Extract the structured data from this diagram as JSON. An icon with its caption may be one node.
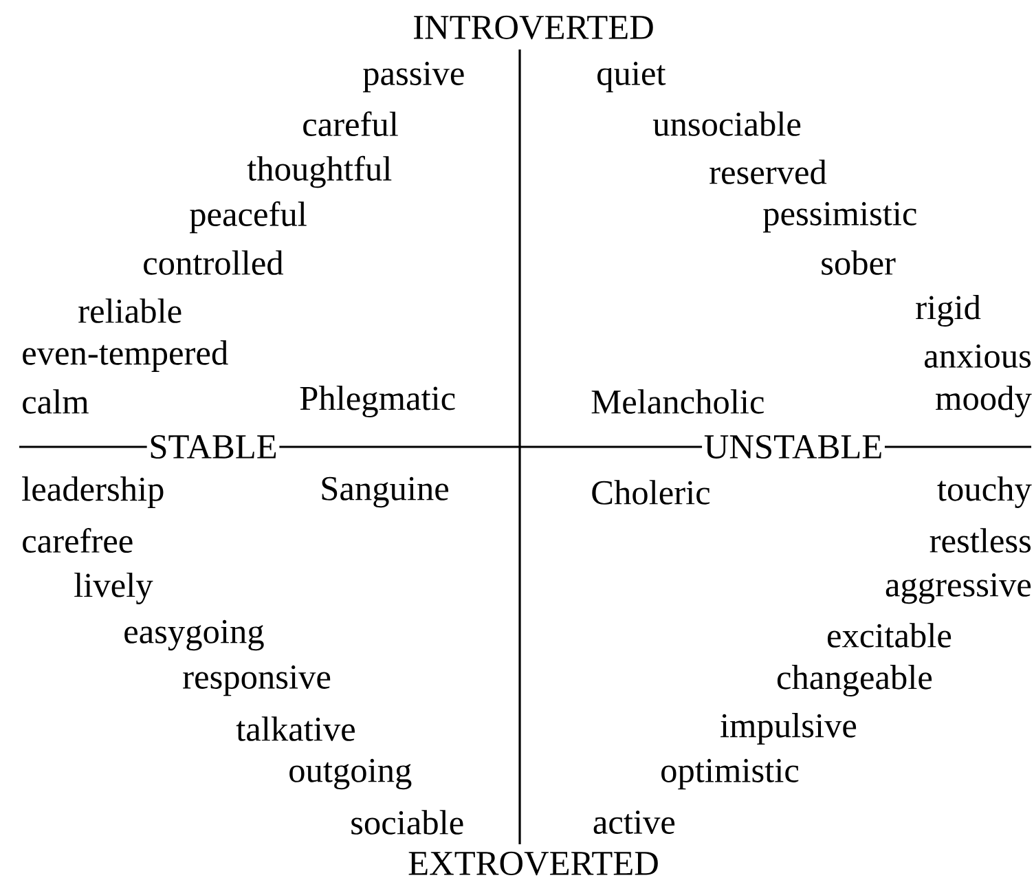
{
  "diagram": {
    "labels": [
      "INTROVERTED",
      "passive",
      "quiet",
      "careful",
      "unsociable",
      "thoughtful",
      "reserved",
      "peaceful",
      "pessimistic",
      "controlled",
      "sober",
      "reliable",
      "rigid",
      "even-tempered",
      "anxious",
      "calm",
      "Phlegmatic",
      "Melancholic",
      "moody",
      "STABLE",
      "UNSTABLE",
      "leadership",
      "Sanguine",
      "Choleric",
      "touchy",
      "carefree",
      "restless",
      "lively",
      "aggressive",
      "easygoing",
      "excitable",
      "responsive",
      "changeable",
      "talkative",
      "impulsive",
      "outgoing",
      "optimistic",
      "sociable",
      "active",
      "EXTROVERTED"
    ]
  }
}
